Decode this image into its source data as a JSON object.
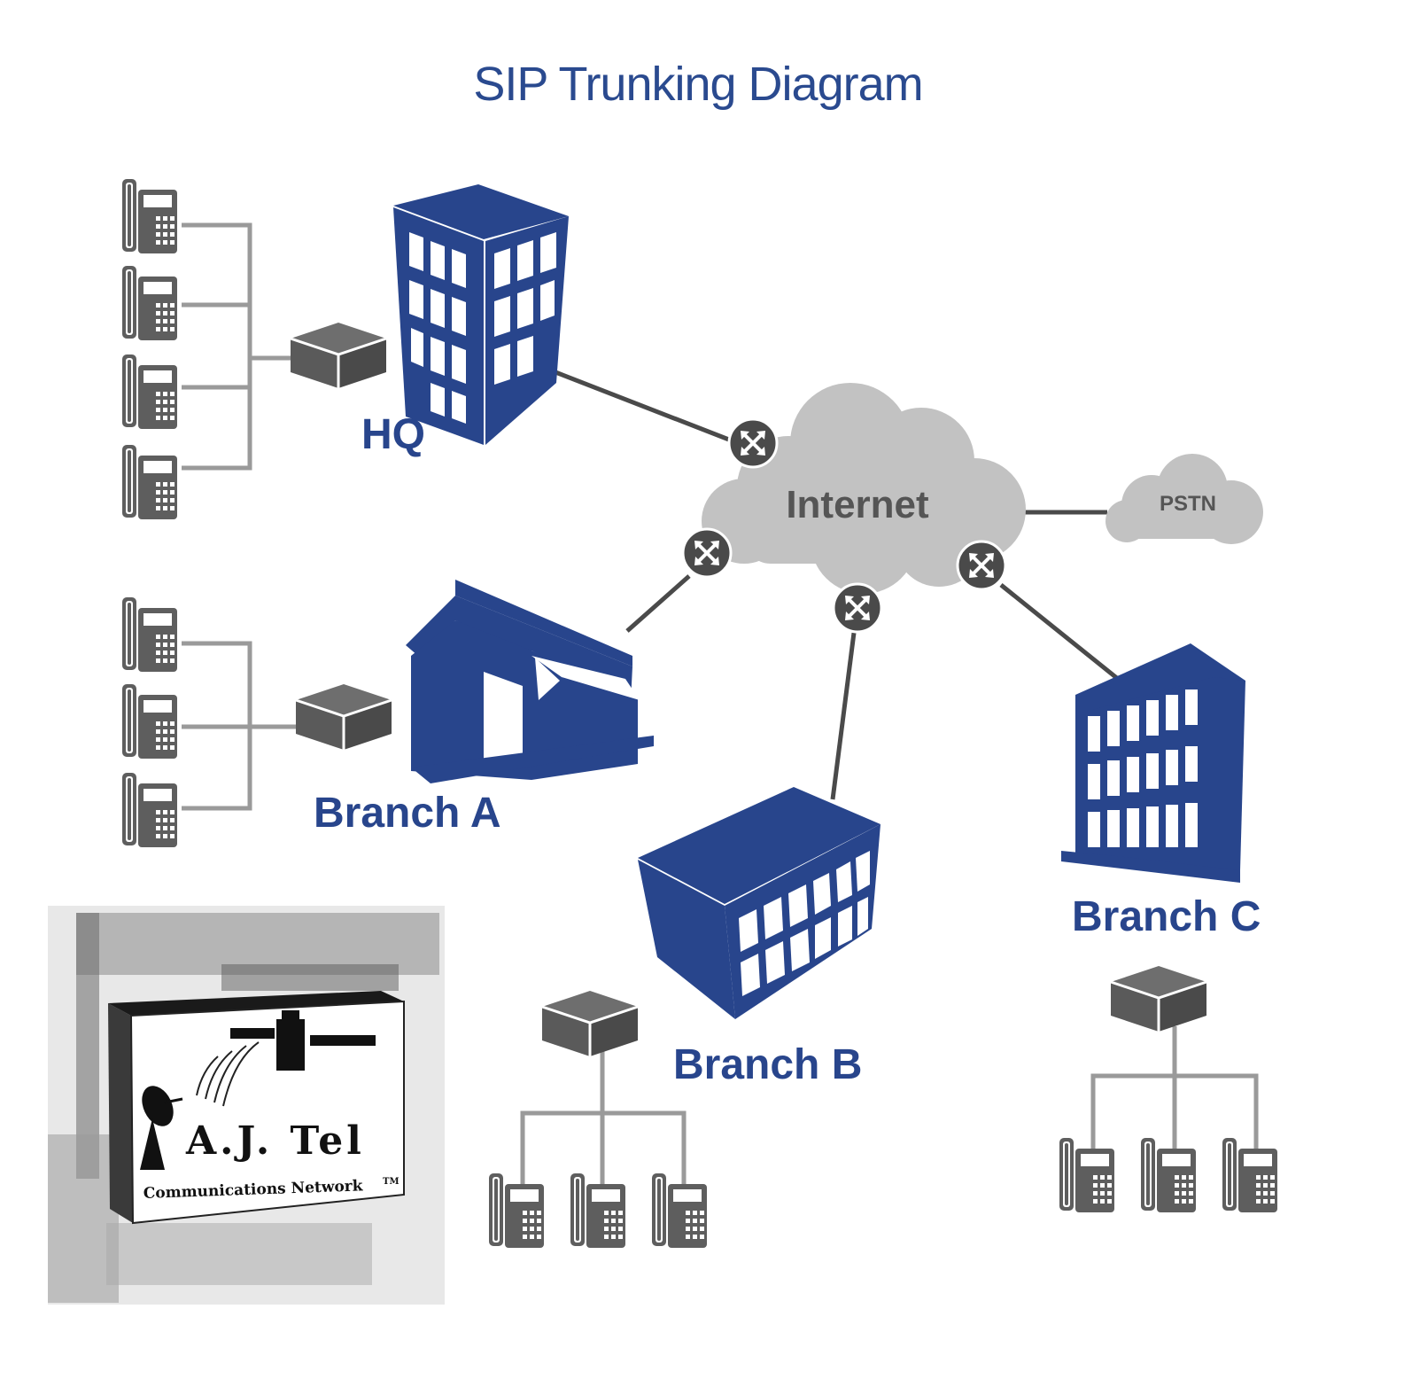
{
  "title": "SIP Trunking Diagram",
  "internet": {
    "label": "Internet"
  },
  "pstn": {
    "label": "PSTN"
  },
  "sites": {
    "hq": {
      "label": "HQ",
      "phones": 4
    },
    "branch_a": {
      "label": "Branch A",
      "phones": 3
    },
    "branch_b": {
      "label": "Branch B",
      "phones": 3
    },
    "branch_c": {
      "label": "Branch C",
      "phones": 3
    }
  },
  "logo": {
    "name": "A.J. Tel",
    "tagline": "Communications Network",
    "mark": "TM"
  },
  "colors": {
    "building_blue": "#28458c",
    "title_blue": "#2a4a8f",
    "cloud_gray": "#c2c2c2",
    "device_gray": "#5e5e5e",
    "line_gray": "#9a9a9a",
    "link_dark": "#4a4a4a"
  },
  "icons": [
    "desk-phone-icon",
    "pbx-box-icon",
    "router-node-icon",
    "cloud-icon",
    "office-building-icon"
  ]
}
